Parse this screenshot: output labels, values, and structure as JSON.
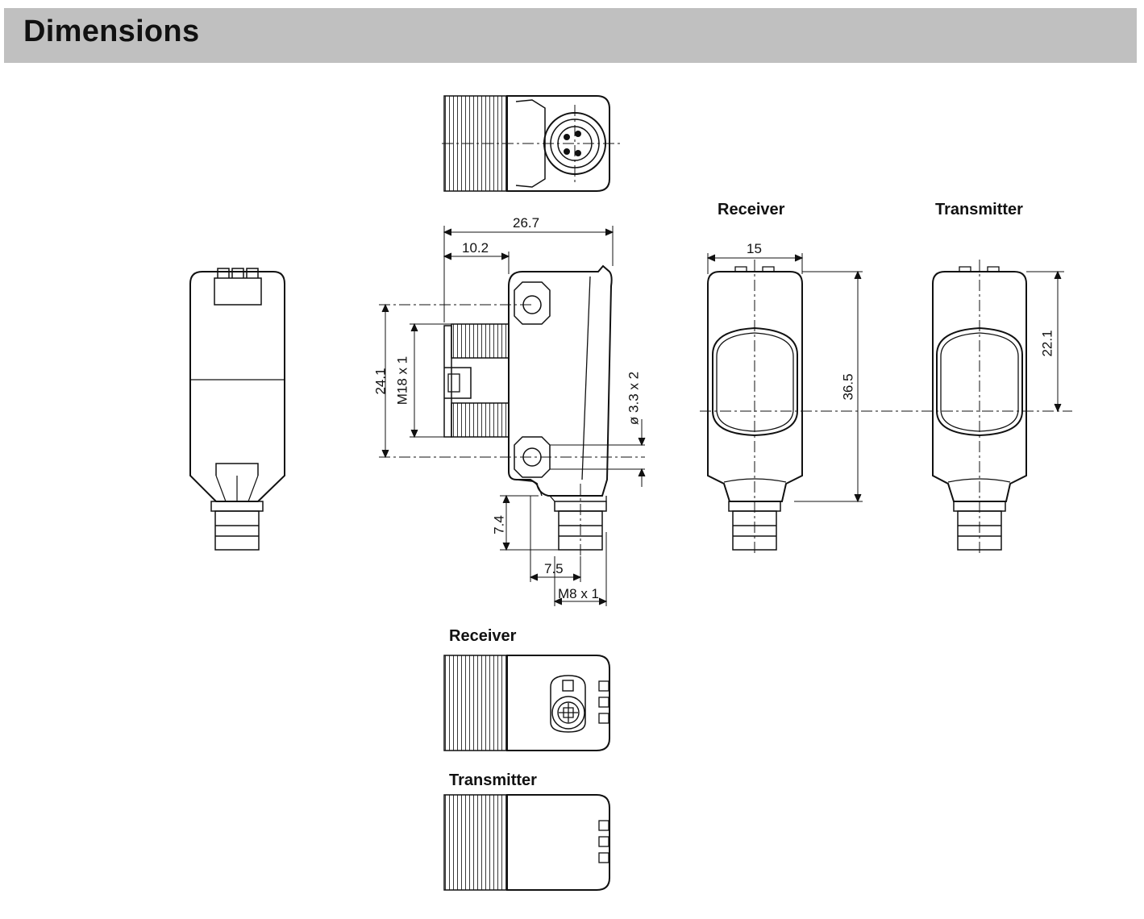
{
  "header": {
    "title": "Dimensions"
  },
  "views": {
    "receiver_label": "Receiver",
    "transmitter_label": "Transmitter",
    "bottom_receiver_label": "Receiver",
    "bottom_transmitter_label": "Transmitter"
  },
  "dimensions": {
    "overall_depth": "26.7",
    "thread_depth": "10.2",
    "mount_spacing": "24.1",
    "thread_size": "M18 x 1",
    "hole_diameter": "ø 3.3 x 2",
    "connector_height": "7.4",
    "connector_offset": "7.5",
    "connector_thread": "M8 x 1",
    "width": "15",
    "height": "36.5",
    "lens_center": "22.1"
  },
  "colors": {
    "header_bg": "#c0c0c0",
    "line": "#111111"
  }
}
